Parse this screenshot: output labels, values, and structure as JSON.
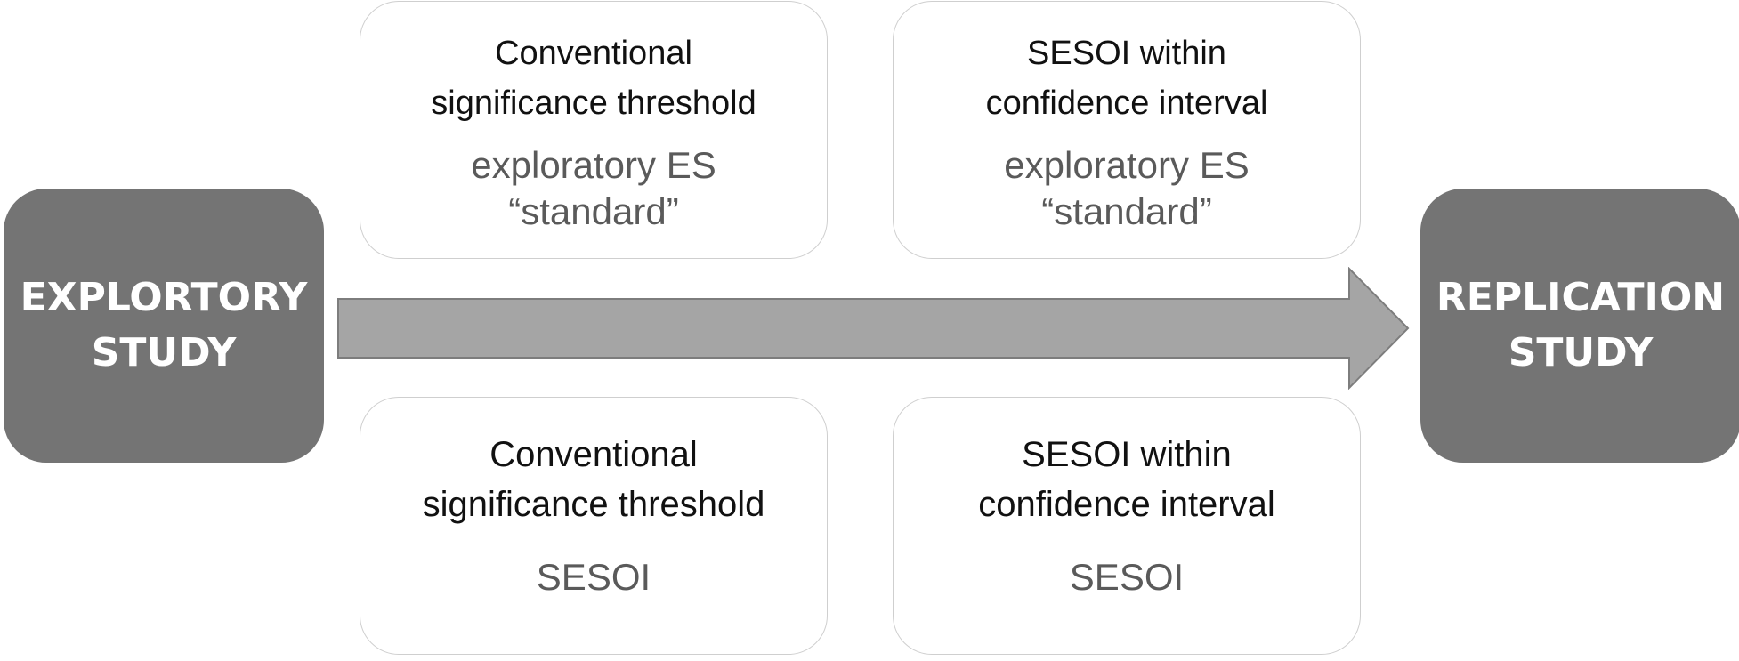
{
  "left_study": {
    "line1": "EXPLORTORY",
    "line2": "STUDY",
    "color": "#747474"
  },
  "right_study": {
    "line1": "REPLICATION",
    "line2": "STUDY",
    "color": "#747474"
  },
  "arrow": {
    "fill": "#a5a5a5",
    "stroke": "#7d7d7d"
  },
  "cards": {
    "top_left": {
      "heading_line1": "Conventional",
      "heading_line2": "significance threshold",
      "sub_line1": "exploratory ES",
      "sub_line2": "“standard”"
    },
    "top_right": {
      "heading_line1": "SESOI within",
      "heading_line2": "confidence interval",
      "sub_line1": "exploratory ES",
      "sub_line2": "“standard”"
    },
    "bottom_left": {
      "heading_line1": "Conventional",
      "heading_line2": "significance threshold",
      "sub_line1": "SESOI"
    },
    "bottom_right": {
      "heading_line1": "SESOI within",
      "heading_line2": "confidence interval",
      "sub_line1": "SESOI"
    }
  }
}
